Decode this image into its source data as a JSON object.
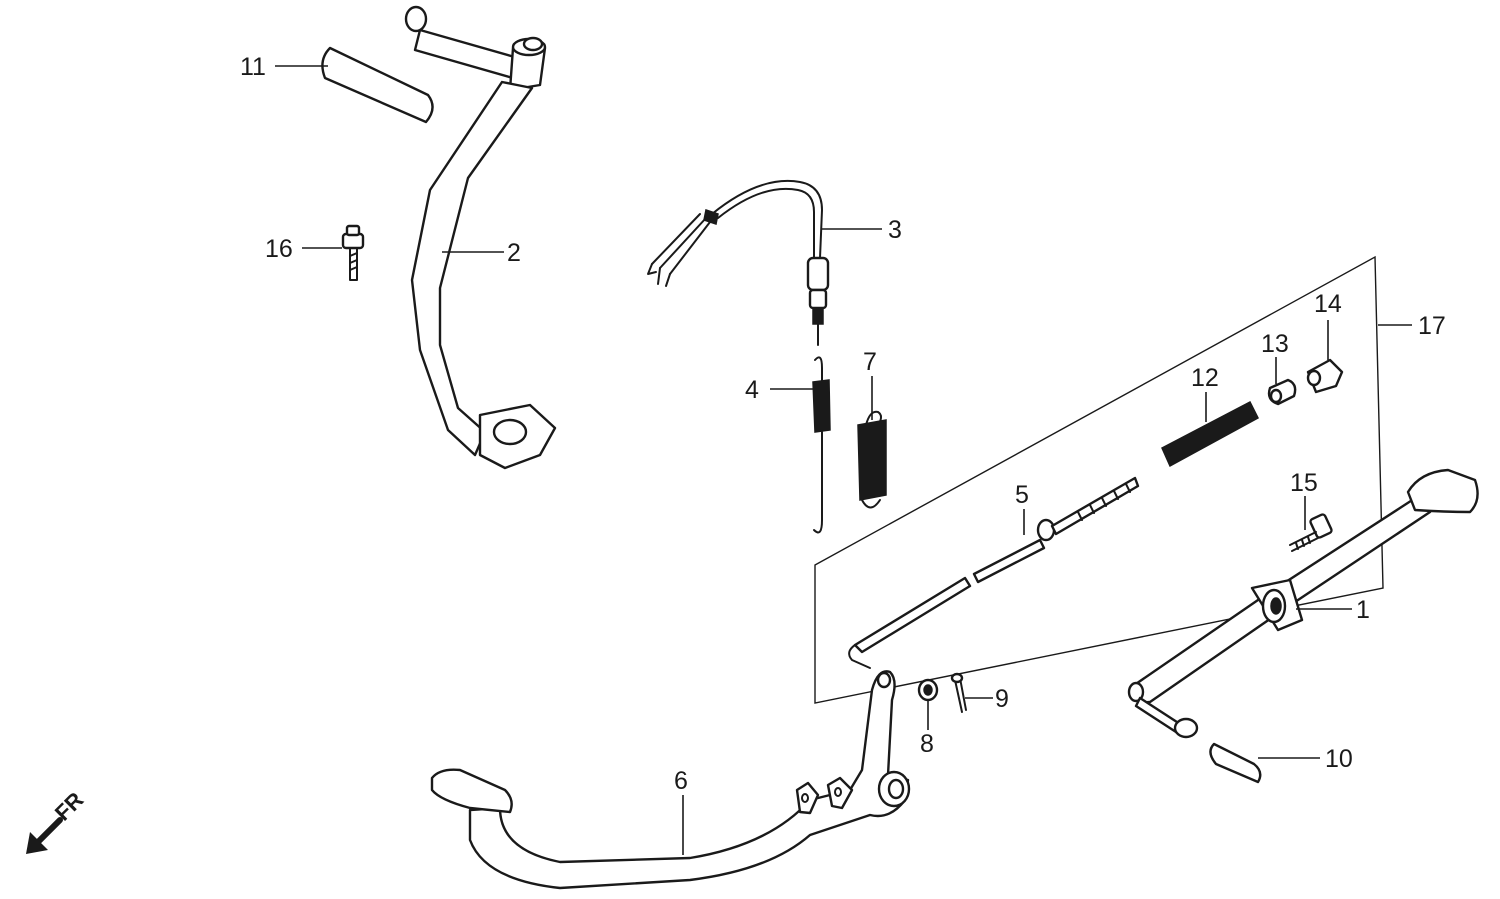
{
  "diagram": {
    "direction_label": "FR",
    "callouts": {
      "p1": "1",
      "p2": "2",
      "p3": "3",
      "p4": "4",
      "p5": "5",
      "p6": "6",
      "p7": "7",
      "p8": "8",
      "p9": "9",
      "p10": "10",
      "p11": "11",
      "p12": "12",
      "p13": "13",
      "p14": "14",
      "p15": "15",
      "p16": "16",
      "p17": "17"
    },
    "colors": {
      "ink": "#1a1a1a",
      "background": "#ffffff"
    }
  }
}
